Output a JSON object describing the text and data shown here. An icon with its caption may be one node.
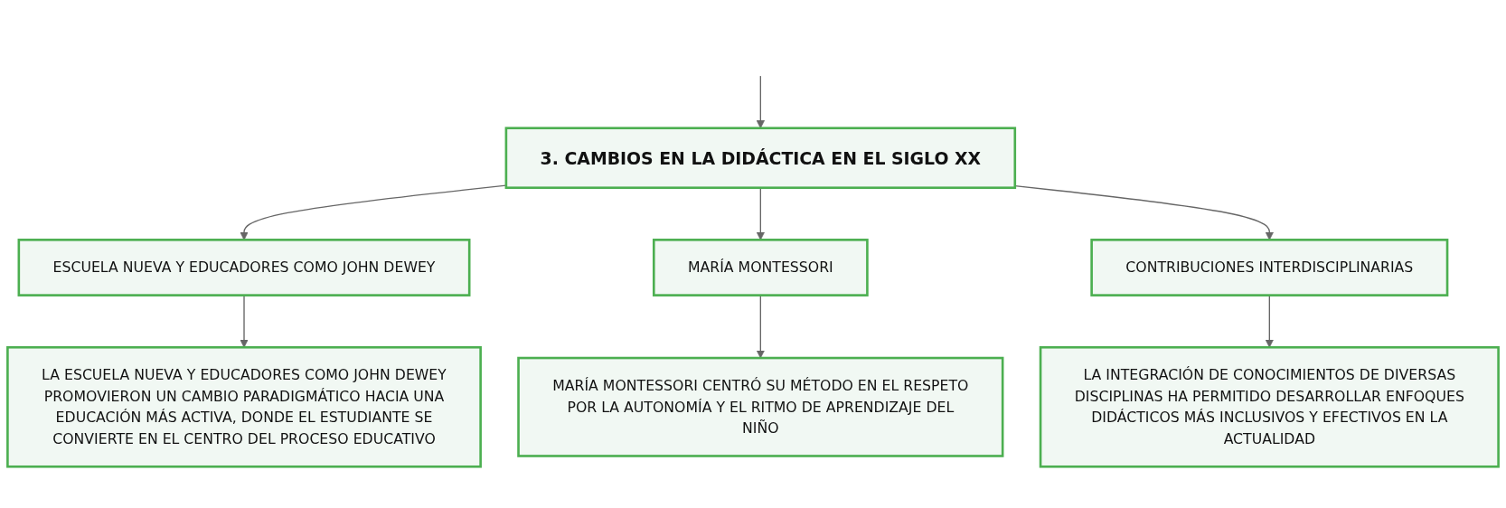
{
  "diagram": {
    "nodes": [
      {
        "text": [
          "3. CAMBIOS EN LA DIDÁCTICA EN EL SIGLO XX"
        ]
      },
      {
        "text": [
          "ESCUELA NUEVA Y EDUCADORES COMO JOHN DEWEY"
        ]
      },
      {
        "text": [
          "MARÍA MONTESSORI"
        ]
      },
      {
        "text": [
          "CONTRIBUCIONES INTERDISCIPLINARIAS"
        ]
      },
      {
        "text": [
          "LA ESCUELA NUEVA Y EDUCADORES COMO JOHN DEWEY PROMOVIERON UN CAMBIO PARADIGMÁTICO HACIA UNA EDUCACIÓN MÁS ACTIVA, DONDE EL ESTUDIANTE SE CONVIERTE EN EL CENTRO DEL PROCESO EDUCATIVO"
        ]
      },
      {
        "text": [
          "MARÍA MONTESSORI CENTRÓ SU MÉTODO EN EL RESPETO POR LA AUTONOMÍA Y EL RITMO DE APRENDIZAJE DEL NIÑO"
        ]
      },
      {
        "text": [
          "LA INTEGRACIÓN DE CONOCIMIENTOS DE DIVERSAS DISCIPLINAS HA PERMITIDO DESARROLLAR ENFOQUES DIDÁCTICOS MÁS INCLUSIVOS Y EFECTIVOS EN LA ACTUALIDAD"
        ]
      }
    ],
    "edges": [
      {
        "from": null,
        "to": 0,
        "arrow": "to"
      },
      {
        "from": 0,
        "to": 1,
        "arrow": "to"
      },
      {
        "from": 0,
        "to": 2,
        "arrow": "to"
      },
      {
        "from": 0,
        "to": 3,
        "arrow": "to"
      },
      {
        "from": 1,
        "to": 4,
        "arrow": "to"
      },
      {
        "from": 2,
        "to": 5,
        "arrow": "to"
      },
      {
        "from": 3,
        "to": 6,
        "arrow": "to"
      }
    ]
  }
}
